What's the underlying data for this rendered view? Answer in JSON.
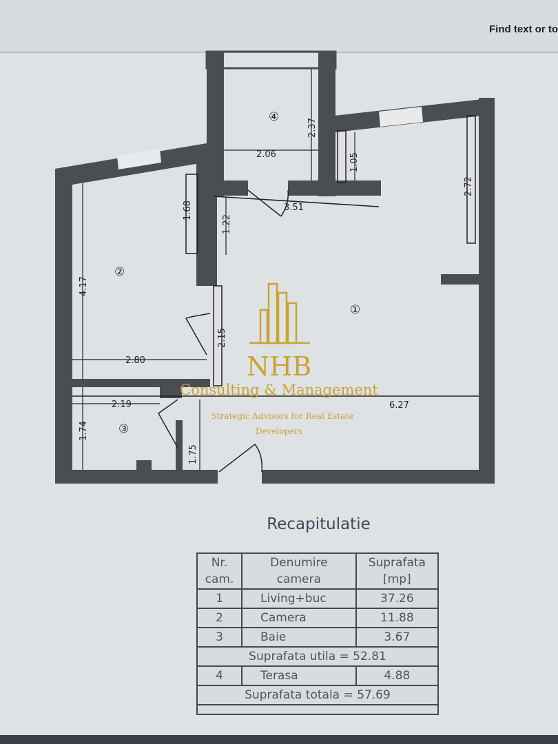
{
  "toolbar": {
    "find_label": "Find text or to"
  },
  "plan": {
    "rooms": [
      "①",
      "②",
      "③",
      "④"
    ],
    "dimensions": {
      "terrace_w": "2.06",
      "terrace_h": "2.37",
      "d105": "1.05",
      "d272": "2.72",
      "d351": "3.51",
      "d168": "1.68",
      "d122": "1.22",
      "d417": "4.17",
      "d215": "2.15",
      "d280": "2.80",
      "d219": "2.19",
      "d627": "6.27",
      "d174": "1.74",
      "d175": "1.75"
    },
    "wall_color": "#4a4d52"
  },
  "watermark": {
    "brand": "NHB",
    "line1": "Consulting & Management",
    "line2": "Strategic Advisors for Real Estate",
    "line3": "Developers",
    "color": "#c9a431"
  },
  "summary": {
    "title": "Recapitulatie",
    "headers": [
      [
        "Nr.",
        "cam."
      ],
      [
        "Denumire",
        "camera"
      ],
      [
        "Suprafata",
        "[mp]"
      ]
    ],
    "rows": [
      {
        "nr": "1",
        "name": "Living+buc",
        "area": "37.26"
      },
      {
        "nr": "2",
        "name": "Camera",
        "area": "11.88"
      },
      {
        "nr": "3",
        "name": "Baie",
        "area": "3.67"
      }
    ],
    "useful": "Suprafata utila = 52.81",
    "terrace": {
      "nr": "4",
      "name": "Terasa",
      "area": "4.88"
    },
    "total": "Suprafata totala = 57.69"
  }
}
